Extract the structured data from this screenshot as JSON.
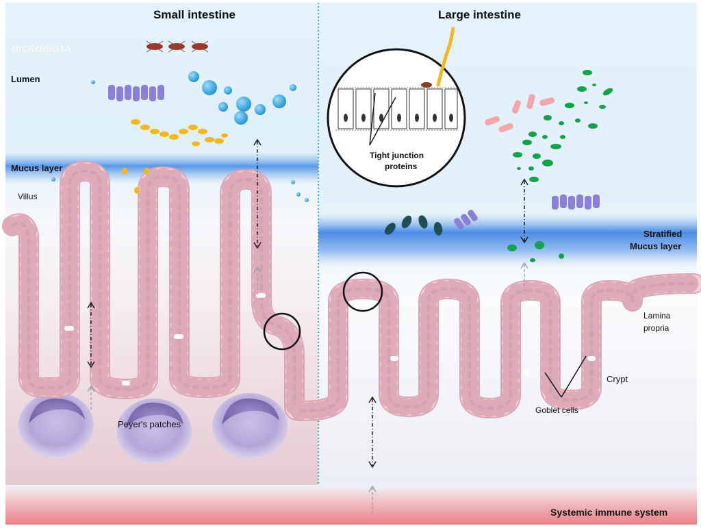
{
  "titles": {
    "small_intestine": "Small intestine",
    "large_intestine": "Large intestine"
  },
  "labels": {
    "microbiota": "MICROBIOTA",
    "lumen": "Lumen",
    "mucus_layer": "Mucus layer",
    "villus": "Villus",
    "tight_junction_line1": "Tight junction",
    "tight_junction_line2": "proteins",
    "stratified_line1": "Stratified",
    "stratified_line2": "Mucus layer",
    "lamina_line1": "Lamina",
    "lamina_line2": "propria",
    "crypt": "Crypt",
    "goblet_cells": "Goblet cells",
    "peyers_patches": "Peyer's patches",
    "systemic_immune": "Systemic immune system"
  },
  "colors": {
    "lumen_bg": "#e2f1fb",
    "mucus_blue": "#4d8fe6",
    "epithelium_pink": "#f3cdd6",
    "epithelium_stroke": "#d9a2b0",
    "nucleus": "#7e6fa6",
    "systemic_band": "#ec8a8f",
    "divider": "#3aa6b9",
    "yellow_bacteria": "#f4b81c",
    "blue_bacteria": "#2b9ed9",
    "green_bacteria": "#15a34a",
    "purple_bacteria": "#8b80d9",
    "pink_bacteria": "#f2a8a8",
    "dark_teal_bacteria": "#1f4d55",
    "peyer_purple": "#b3a6d6"
  },
  "icons": [
    "bacteria-cluster-icon",
    "magnifier-circle-icon",
    "double-arrow-icon",
    "tight-junction-inset"
  ]
}
